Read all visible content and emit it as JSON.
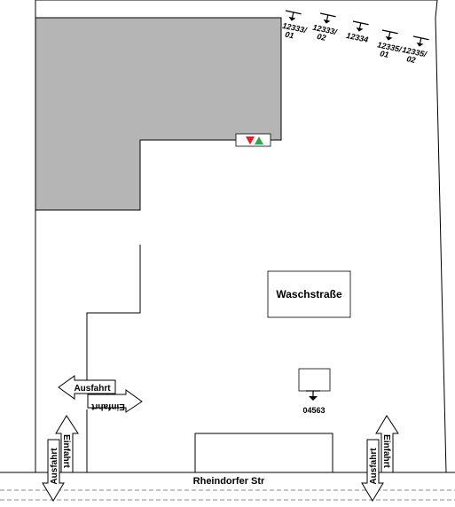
{
  "street": {
    "name": "Rheindorfer Str"
  },
  "buildings": {
    "carwash_label": "Waschstraße"
  },
  "markers": {
    "top": [
      {
        "line1": "12333/",
        "line2": "01"
      },
      {
        "line1": "12333/",
        "line2": "02"
      },
      {
        "line1": "12334",
        "line2": ""
      },
      {
        "line1": "12335/",
        "line2": "01"
      },
      {
        "line1": "12335/",
        "line2": "02"
      }
    ],
    "lower": {
      "label": "04563"
    }
  },
  "arrows": {
    "exit_label": "Ausfahrt",
    "entry_label": "Einfahrt"
  },
  "colors": {
    "building_fill": "#b5b5b5",
    "indicator_down": "#e02020",
    "indicator_up": "#2aa84a",
    "outline": "#000000"
  }
}
